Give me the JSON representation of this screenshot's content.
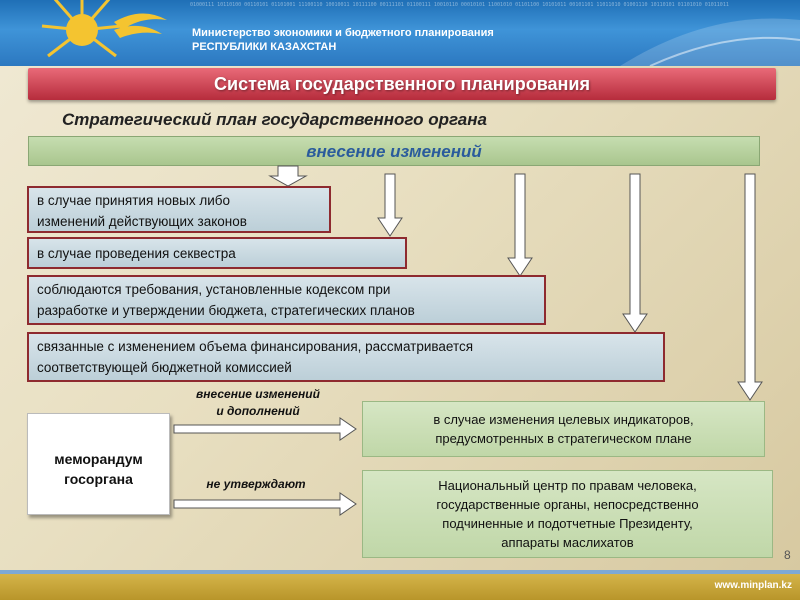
{
  "header": {
    "org_line1": "Министерство экономики и бюджетного планирования",
    "org_line2": "РЕСПУБЛИКИ КАЗАХСТАН"
  },
  "title": "Система государственного планирования",
  "subtitle": "Стратегический план государственного органа",
  "change_bar": "внесение изменений",
  "conditions": [
    {
      "line1": "в случае принятия новых либо",
      "line2": "изменений действующих законов"
    },
    {
      "line1": "в случае проведения секвестра",
      "line2": ""
    },
    {
      "line1": "соблюдаются требования, установленные кодексом при",
      "line2": "разработке и утверждении бюджета, стратегических планов"
    },
    {
      "line1": "связанные с изменением объема финансирования, рассматривается",
      "line2": "соответствующей бюджетной комиссией"
    }
  ],
  "memo": {
    "line1": "меморандум",
    "line2": "госоргана"
  },
  "arrow_labels": {
    "top_line1": "внесение изменений",
    "top_line2": "и дополнений",
    "bottom": "не утверждают"
  },
  "result_boxes": [
    {
      "line1": "в случае изменения  целевых индикаторов,",
      "line2": "предусмотренных в стратегическом плане"
    },
    {
      "line1": "Национальный центр по правам человека,",
      "line2": "государственные органы, непосредственно",
      "line3": "подчиненные и подотчетные Президенту,",
      "line4": "аппараты маслихатов"
    }
  ],
  "page_number": "8",
  "footer_url": "www.minplan.kz",
  "colors": {
    "title_bar": "#c33a4a",
    "change_bar": "#b6d19c",
    "condition_border": "#8e2a2f",
    "header": "#2c78c0"
  }
}
